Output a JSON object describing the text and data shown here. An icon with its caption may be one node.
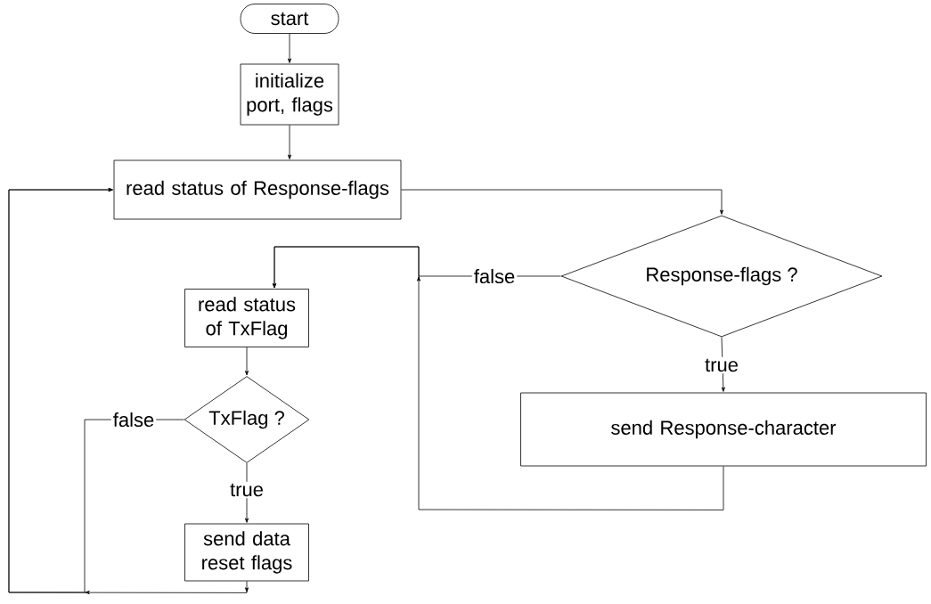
{
  "diagram": {
    "nodes": [
      {
        "text": [
          "start"
        ]
      },
      {
        "text": [
          "initialize port, flags"
        ]
      },
      {
        "text": [
          "read status of Response-flags"
        ]
      },
      {
        "text": [
          "Response-flags ?"
        ]
      },
      {
        "text": [
          "read status of TxFlag"
        ]
      },
      {
        "text": [
          "TxFlag ?"
        ]
      },
      {
        "text": [
          "send Response-character"
        ]
      },
      {
        "text": [
          "send data reset flags"
        ]
      }
    ],
    "edges": [
      {
        "from": 0,
        "to": 1,
        "arrow": "to"
      },
      {
        "from": 1,
        "to": 2,
        "arrow": "to"
      },
      {
        "from": 2,
        "to": 3,
        "arrow": "to"
      },
      {
        "from": 3,
        "to": 4,
        "label": "false",
        "arrow": "to"
      },
      {
        "from": 3,
        "to": 6,
        "label": "true",
        "arrow": "to"
      },
      {
        "from": 6,
        "to": 4,
        "arrow": "to"
      },
      {
        "from": 4,
        "to": 5,
        "arrow": "to"
      },
      {
        "from": 5,
        "to": 7,
        "label": "true",
        "arrow": "to"
      },
      {
        "from": 5,
        "to": 2,
        "label": "false",
        "arrow": "to"
      },
      {
        "from": 7,
        "to": 2,
        "arrow": "to"
      }
    ]
  }
}
